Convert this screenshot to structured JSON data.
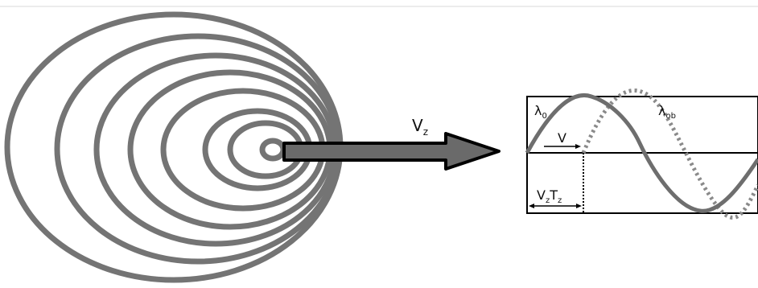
{
  "labels": {
    "velocity_z": "V",
    "velocity_z_sub": "z",
    "lambda_source": "λ",
    "lambda_source_sub": "0",
    "lambda_observed": "λ",
    "lambda_observed_sub": "ob",
    "velocity": "V",
    "distance_v": "V",
    "distance_v_sub": "z",
    "distance_t": "T",
    "distance_t_sub": "z"
  },
  "colors": {
    "ring": "#747474",
    "arrow_fill": "#6a6a6a",
    "arrow_outline": "#000000",
    "wave_solid": "#6e6e6e",
    "wave_dotted": "#8a8a8a",
    "frame": "#000000",
    "top_rule": "#d8d8d8"
  }
}
